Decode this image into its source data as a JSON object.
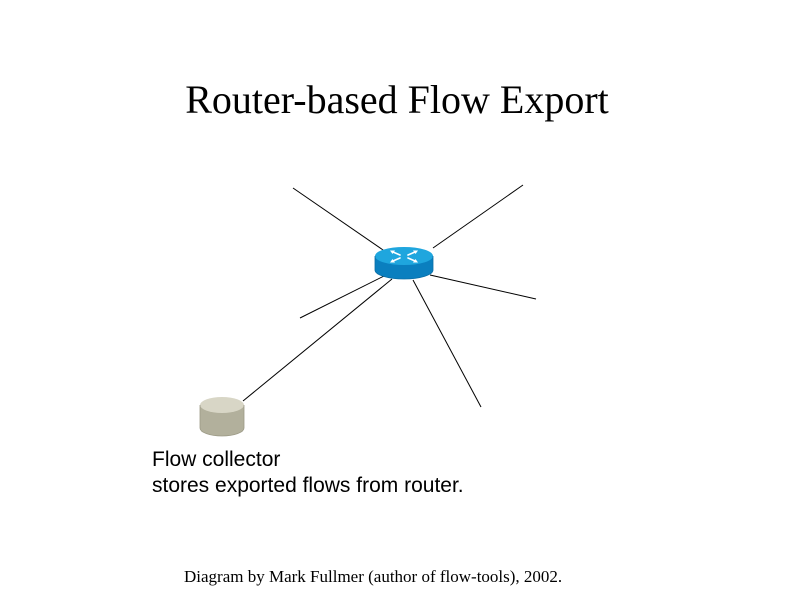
{
  "title": "Router-based Flow Export",
  "caption": {
    "line1": "Flow collector",
    "line2": "stores exported flows from router."
  },
  "credit": "Diagram by Mark Fullmer (author of flow-tools), 2002.",
  "colors": {
    "router_top": "#1fa6de",
    "router_side": "#0a7fbf",
    "collector_top": "#d8d6c6",
    "collector_side": "#b2b09c",
    "link": "#000000"
  },
  "icons": {
    "router": "router-icon",
    "collector": "flow-collector-icon"
  }
}
